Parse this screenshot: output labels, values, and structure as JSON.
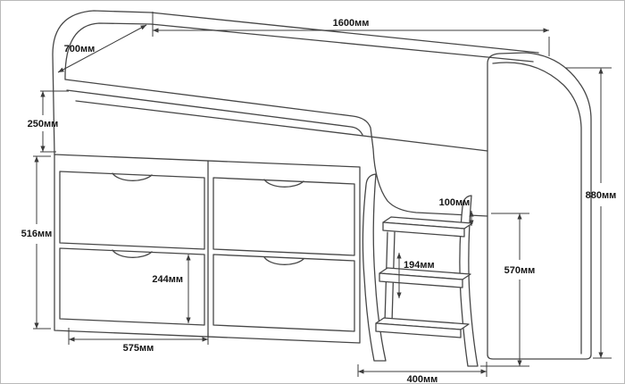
{
  "dimensions": {
    "bed_length": {
      "label": "1600мм",
      "value_mm": 1600
    },
    "bed_depth": {
      "label": "700мм",
      "value_mm": 700
    },
    "rail_height": {
      "label": "250мм",
      "value_mm": 250
    },
    "drawer_unit_height": {
      "label": "516мм",
      "value_mm": 516
    },
    "lower_drawer_height": {
      "label": "244мм",
      "value_mm": 244
    },
    "drawer_width": {
      "label": "575мм",
      "value_mm": 575
    },
    "step_clearance": {
      "label": "100мм",
      "value_mm": 100
    },
    "step_spacing": {
      "label": "194мм",
      "value_mm": 194
    },
    "total_height": {
      "label": "880мм",
      "value_mm": 880
    },
    "ladder_height": {
      "label": "570мм",
      "value_mm": 570
    },
    "ladder_width": {
      "label": "400мм",
      "value_mm": 400
    }
  },
  "colors": {
    "line": "#474747",
    "dimension_line": "#3c3c3c",
    "background": "#ffffff",
    "border": "#b9b9b9"
  }
}
